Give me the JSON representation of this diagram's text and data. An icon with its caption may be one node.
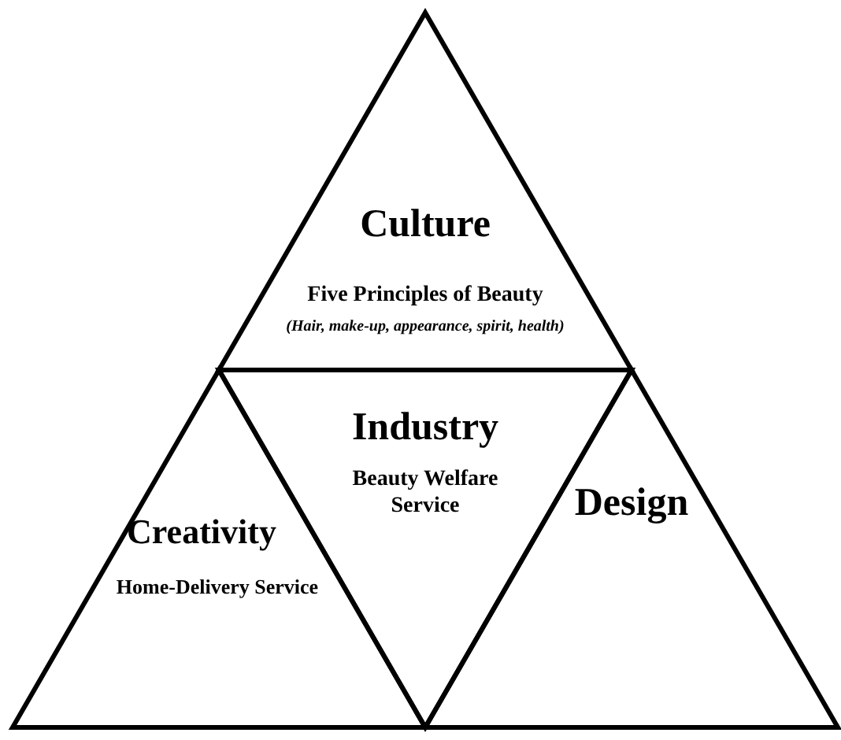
{
  "diagram": {
    "nodes": [
      {
        "text": [
          "Culture",
          "Five Principles of Beauty",
          "(Hair, make-up, appearance, spirit, health)"
        ]
      },
      {
        "text": [
          "Creativity",
          "Home-Delivery Service"
        ]
      },
      {
        "text": [
          "Industry",
          "Beauty Welfare Service"
        ]
      },
      {
        "text": [
          "Design"
        ]
      }
    ]
  }
}
